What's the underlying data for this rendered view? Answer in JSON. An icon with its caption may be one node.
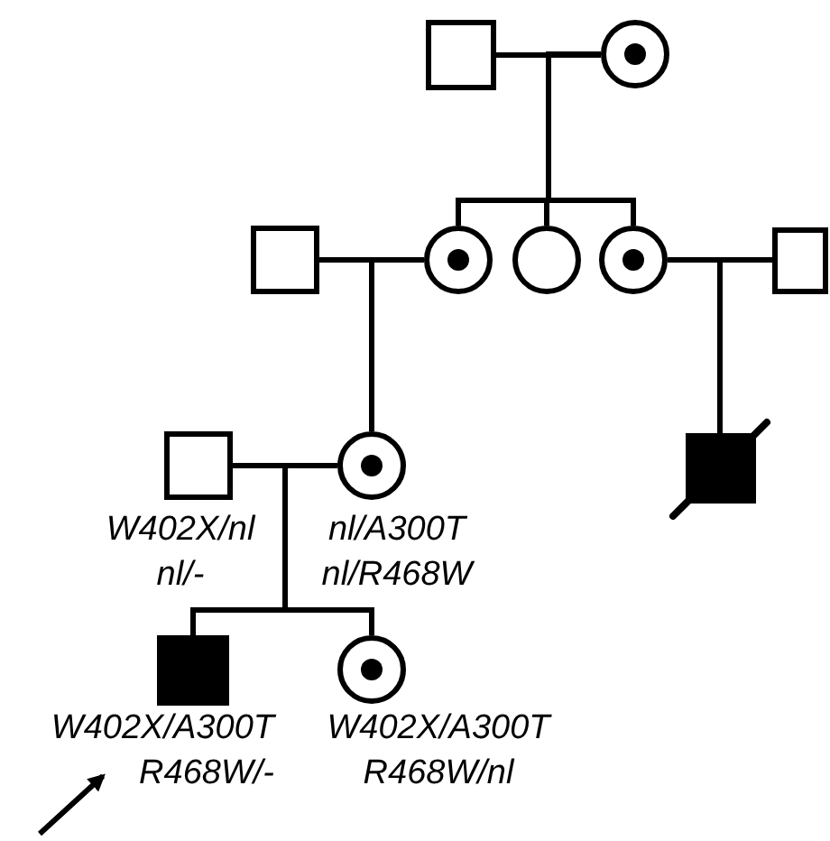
{
  "diagram": {
    "nodes": [
      {
        "text": [],
        "shape": "box"
      },
      {
        "text": [],
        "shape": "circle"
      },
      {
        "text": [],
        "shape": "box"
      },
      {
        "text": [],
        "shape": "circle"
      },
      {
        "text": [],
        "shape": "circle"
      },
      {
        "text": [],
        "shape": "circle"
      },
      {
        "text": [],
        "shape": "box"
      },
      {
        "text": [],
        "shape": "box"
      },
      {
        "text": [],
        "shape": "box",
        "beside": [
          "W402X/nl nl/-"
        ]
      },
      {
        "text": [],
        "shape": "circle",
        "beside": [
          "nl/A300T nl/R468W"
        ]
      },
      {
        "text": [],
        "shape": "box",
        "beside": [
          "W402X/A300T R468W/-"
        ]
      },
      {
        "text": [],
        "shape": "circle",
        "beside": [
          "W402X/A300T R468W/nl"
        ]
      }
    ],
    "edges": [
      {
        "from": 0,
        "to": 1,
        "arrow": "none"
      },
      {
        "from": 1,
        "to": 3,
        "arrow": "none"
      },
      {
        "from": 1,
        "to": 4,
        "arrow": "none"
      },
      {
        "from": 1,
        "to": 5,
        "arrow": "none"
      },
      {
        "from": 2,
        "to": 3,
        "arrow": "none"
      },
      {
        "from": 5,
        "to": 6,
        "arrow": "none"
      },
      {
        "from": 3,
        "to": 9,
        "arrow": "none"
      },
      {
        "from": 5,
        "to": 7,
        "arrow": "none"
      },
      {
        "from": 8,
        "to": 9,
        "arrow": "none"
      },
      {
        "from": 9,
        "to": 10,
        "arrow": "none"
      },
      {
        "from": 9,
        "to": 11,
        "arrow": "none"
      },
      {
        "from": null,
        "to": 10,
        "arrow": "to"
      }
    ]
  }
}
